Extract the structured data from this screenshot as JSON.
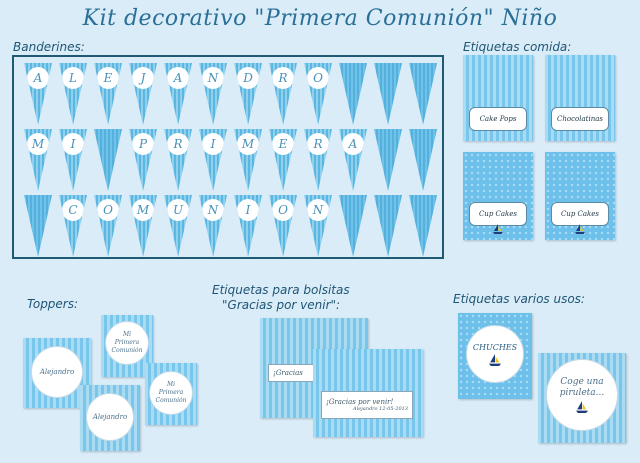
{
  "title": "Kit decorativo \"Primera Comunión\" Niño",
  "sections": {
    "banderines": "Banderines:",
    "comida": "Etiquetas comida:",
    "toppers": "Toppers:",
    "bolsitas_line1": "Etiquetas para bolsitas",
    "bolsitas_line2": "\"Gracias por venir\":",
    "varios": "Etiquetas varios usos:"
  },
  "banner_rows": [
    [
      "A",
      "L",
      "E",
      "J",
      "A",
      "N",
      "D",
      "R",
      "O",
      "",
      "",
      ""
    ],
    [
      "M",
      "I",
      "",
      "P",
      "R",
      "I",
      "M",
      "E",
      "R",
      "A",
      "",
      ""
    ],
    [
      "",
      "C",
      "O",
      "M",
      "U",
      "N",
      "I",
      "O",
      "N",
      "",
      "",
      ""
    ]
  ],
  "food_labels": [
    "Cake Pops",
    "Chocolatinas",
    "Cup Cakes",
    "Cup Cakes"
  ],
  "toppers": {
    "name": "Alejandro",
    "name2": "Alejandro",
    "line_a": "Mi",
    "line_b": "Primera",
    "line_c": "Comunión",
    "line_a2": "Mi",
    "line_b2": "Primera",
    "line_c2": "Comunión"
  },
  "bolsitas": {
    "back_text": "¡Gracias",
    "front_text": "¡Gracias por venir!",
    "front_sub": "Alejandro 12-05-2013"
  },
  "varios": {
    "label1": "CHUCHES",
    "label2_line1": "Coge una",
    "label2_line2": "piruleta..."
  },
  "colors": {
    "background": "#d9ecf8",
    "stripe_light": "#a9dcf2",
    "stripe_dark": "#78c6ec",
    "title": "#2a6f96"
  },
  "icons": [
    "sailboat-icon"
  ]
}
